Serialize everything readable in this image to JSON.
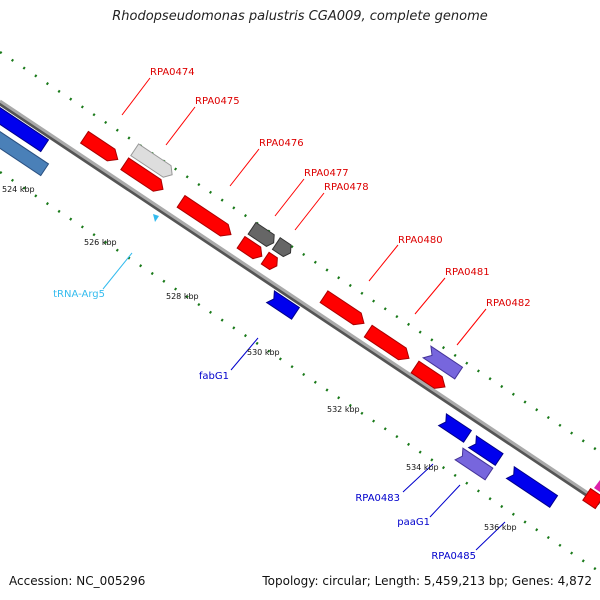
{
  "title": "Rhodopseudomonas palustris CGA009, complete genome",
  "footer": {
    "accession": "Accession: NC_005296",
    "summary": "Topology: circular; Length: 5,459,213 bp; Genes: 4,872"
  },
  "colors": {
    "forward_gene": "#ff0000",
    "reverse_gene": "#0000ee",
    "hypothetical_gene": "#6a5acd",
    "trna": "#33bbee",
    "backbone": "#888888",
    "tick": "#1a7a1a"
  },
  "kbp_ticks": [
    "524 kbp",
    "526 kbp",
    "528 kbp",
    "530 kbp",
    "532 kbp",
    "534 kbp",
    "536 kbp"
  ],
  "forward_labels": [
    "RPA0474",
    "RPA0475",
    "RPA0476",
    "RPA0477",
    "RPA0478",
    "RPA0480",
    "RPA0481",
    "RPA0482"
  ],
  "reverse_labels": [
    "tRNA-Arg5",
    "fabG1",
    "RPA0483",
    "paaG1",
    "RPA0485"
  ]
}
